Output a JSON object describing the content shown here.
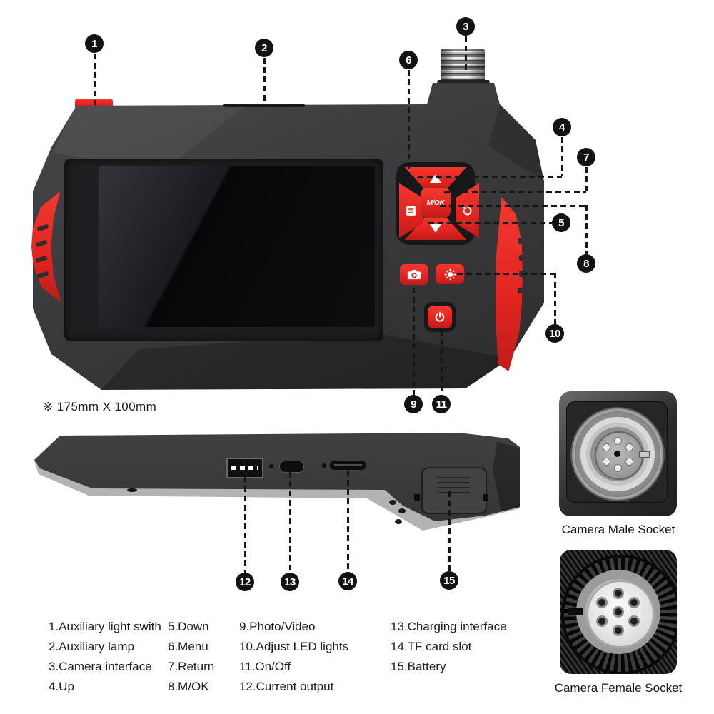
{
  "device": {
    "dimension_note": "※ 175mm X 100mm",
    "center_button_label": "M/OK"
  },
  "callouts": [
    "1",
    "2",
    "3",
    "4",
    "5",
    "6",
    "7",
    "8",
    "9",
    "10",
    "11",
    "12",
    "13",
    "14",
    "15"
  ],
  "legend": {
    "col1": [
      "1.Auxiliary light swith",
      "2.Auxiliary lamp",
      "3.Camera interface",
      "4.Up"
    ],
    "col2": [
      "5.Down",
      "6.Menu",
      "7.Return",
      "8.M/OK"
    ],
    "col3": [
      "9.Photo/Video",
      "10.Adjust LED lights",
      "11.On/Off",
      "12.Current output"
    ],
    "col4": [
      "13.Charging interface",
      "14.TF card slot",
      "15.Battery"
    ]
  },
  "insets": {
    "male_label": "Camera Male Socket",
    "female_label": "Camera Female Socket"
  },
  "colors": {
    "accent_red": "#e8282a",
    "callout_bg": "#121212",
    "body_gray": "#3d3d40"
  }
}
